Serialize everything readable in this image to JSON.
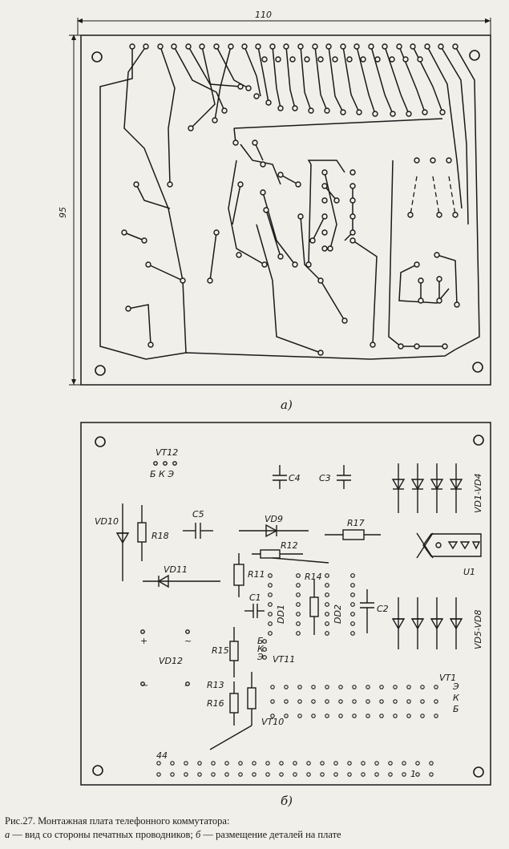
{
  "dimensions": {
    "width": "110",
    "height": "95"
  },
  "panel_labels": {
    "a": "а)",
    "b": "б)"
  },
  "components": {
    "vt12": "VT12",
    "vt12_pins": "Б К Э",
    "c4": "C4",
    "c3": "C3",
    "c5": "C5",
    "vd1_vd4": "VD1-VD4",
    "vd5_vd8": "VD5-VD8",
    "vd10": "VD10",
    "r18": "R18",
    "vd9": "VD9",
    "r17": "R17",
    "r12": "R12",
    "u1": "U1",
    "vd11": "VD11",
    "r11": "R11",
    "r14": "R14",
    "c1": "C1",
    "dd1": "DD1",
    "dd2": "DD2",
    "c2": "C2",
    "vd12": "VD12",
    "r15": "R15",
    "r13": "R13",
    "r16": "R16",
    "vt11": "VT11",
    "vt11_pins": [
      "Б",
      "К",
      "Э"
    ],
    "vt10": "VT10",
    "vt1": "VT1",
    "vt1_pins": [
      "Э",
      "К",
      "Б"
    ],
    "plus": "+",
    "minus": "–",
    "tilde": "~",
    "pin_44": "44",
    "pin_1": "1"
  },
  "caption": {
    "line1": "Рис.27. Монтажная плата телефонного коммутатора:",
    "line2_a": "а",
    "line2_a_text": " — вид со стороны печатных проводников; ",
    "line2_b": "б",
    "line2_b_text": " — размещение деталей на плате"
  }
}
